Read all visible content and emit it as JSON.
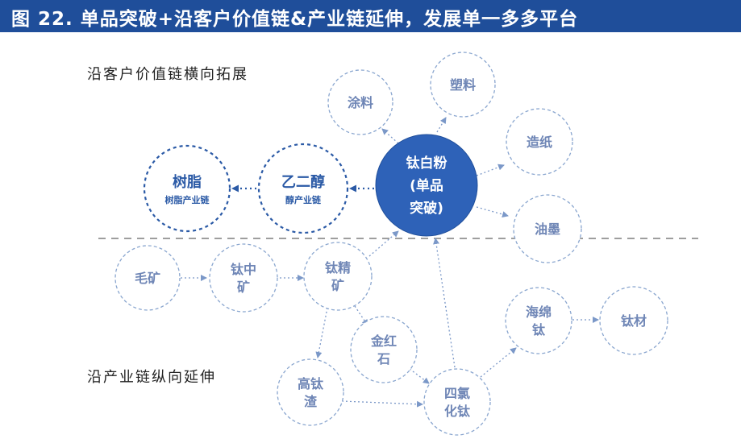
{
  "title": "图 22. 单品突破+沿客户价值链&产业链延伸，发展单一多多平台",
  "sections": {
    "horizontal": "沿客户价值链横向拓展",
    "vertical": "沿产业链纵向延伸"
  },
  "nodes": {
    "hub": {
      "lines": [
        "钛白粉",
        "(单品",
        "突破)"
      ]
    },
    "coating": {
      "label": "涂料"
    },
    "plastic": {
      "label": "塑料"
    },
    "paper": {
      "label": "造纸"
    },
    "ink": {
      "label": "油墨"
    },
    "glycol": {
      "label": "乙二醇",
      "sub": "醇产业链"
    },
    "resin": {
      "label": "树脂",
      "sub": "树脂产业链"
    },
    "raw_ore": {
      "label": "毛矿"
    },
    "ti_mid_ore": {
      "lines": [
        "钛中",
        "矿"
      ]
    },
    "ti_conc": {
      "lines": [
        "钛精",
        "矿"
      ]
    },
    "rutile": {
      "lines": [
        "金红",
        "石"
      ]
    },
    "ti_slag": {
      "lines": [
        "高钛",
        "渣"
      ]
    },
    "ticl4": {
      "lines": [
        "四氯",
        "化钛"
      ]
    },
    "sponge": {
      "lines": [
        "海绵",
        "钛"
      ]
    },
    "ti_material": {
      "label": "钛材"
    }
  },
  "colors": {
    "title_bg": "#1f4e9a",
    "hub_fill": "#2e62b8",
    "node_stroke": "#8aa6cf",
    "strong_stroke": "#2b5aa6",
    "arrow": "#7b98c8"
  }
}
